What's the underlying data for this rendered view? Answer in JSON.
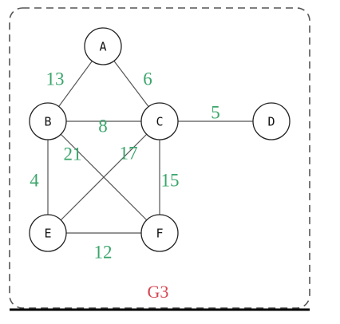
{
  "graph": {
    "title": "G3",
    "colors": {
      "weight": "#3aa56b",
      "title": "#d64550",
      "edge": "#555555",
      "node_border": "#222222"
    },
    "nodes": [
      {
        "id": "A",
        "label": "A"
      },
      {
        "id": "B",
        "label": "B"
      },
      {
        "id": "C",
        "label": "C"
      },
      {
        "id": "D",
        "label": "D"
      },
      {
        "id": "E",
        "label": "E"
      },
      {
        "id": "F",
        "label": "F"
      }
    ],
    "edges": [
      {
        "from": "A",
        "to": "B",
        "weight": "13"
      },
      {
        "from": "A",
        "to": "C",
        "weight": "6"
      },
      {
        "from": "B",
        "to": "C",
        "weight": "8"
      },
      {
        "from": "C",
        "to": "D",
        "weight": "5"
      },
      {
        "from": "B",
        "to": "F",
        "weight": "21"
      },
      {
        "from": "C",
        "to": "E",
        "weight": "17"
      },
      {
        "from": "B",
        "to": "E",
        "weight": "4"
      },
      {
        "from": "C",
        "to": "F",
        "weight": "15"
      },
      {
        "from": "E",
        "to": "F",
        "weight": "12"
      }
    ]
  }
}
